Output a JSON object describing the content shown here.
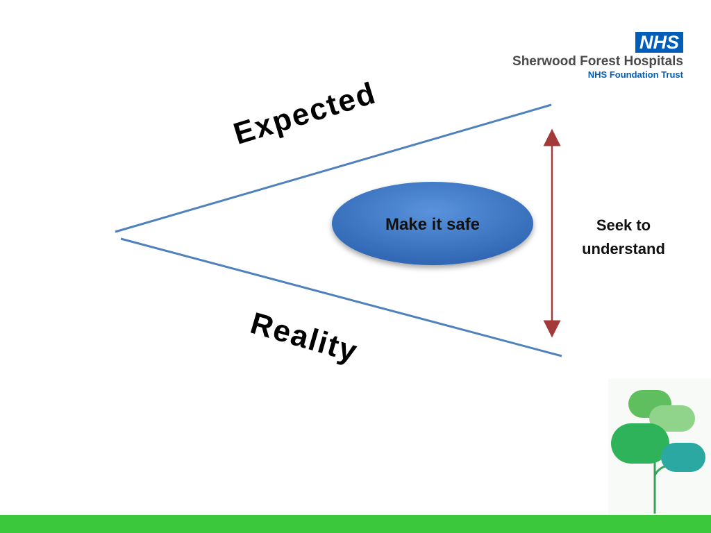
{
  "logo": {
    "badge": "NHS",
    "organisation": "Sherwood Forest Hospitals",
    "trust": "NHS Foundation Trust"
  },
  "diagram": {
    "upper_label": "Expected",
    "lower_label": "Reality",
    "center_label": "Make it safe",
    "gap_label_line1": "Seek to",
    "gap_label_line2": "understand"
  },
  "colors": {
    "line_blue": "#4f81bd",
    "ellipse_blue": "#3f79c9",
    "arrow_red": "#a23a3a",
    "nhs_blue": "#005EB8",
    "footer_green": "#3cc83c"
  }
}
